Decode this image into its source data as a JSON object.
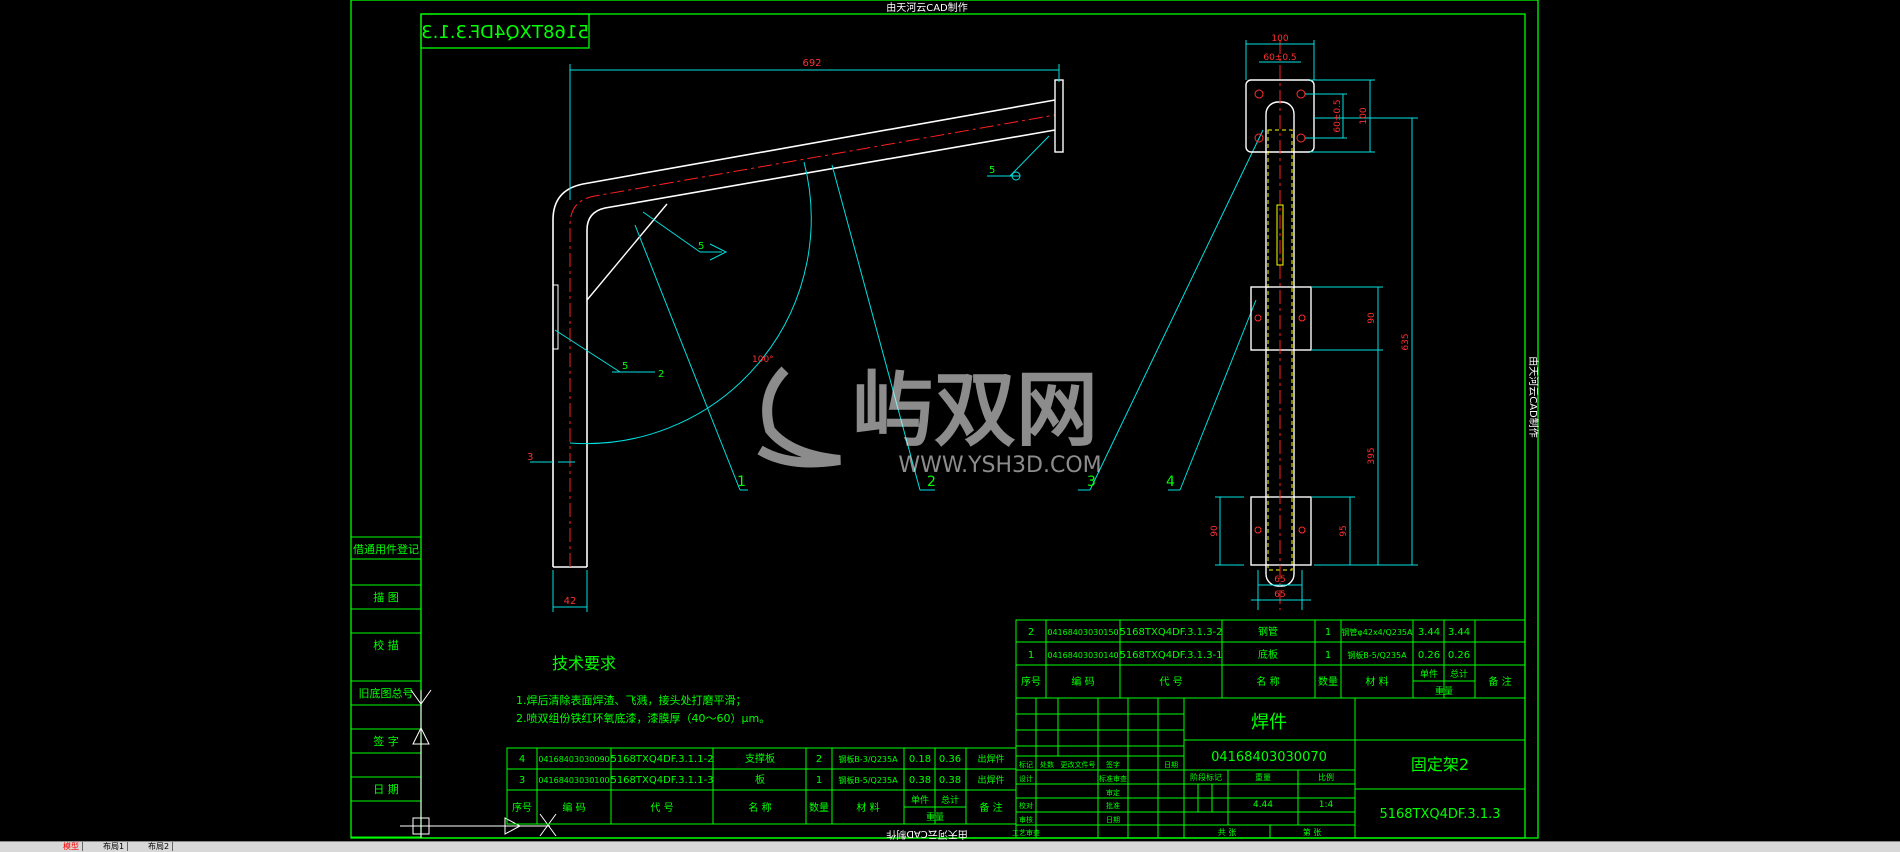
{
  "drawing": {
    "top_caption": "由天河云CAD制作",
    "right_caption": "由天河云CAD制作",
    "bottom_caption": "由天河云CAD制作",
    "mirrored_code": "5168TXQ4DF.3.1.3",
    "watermark_brand": "屿双网",
    "watermark_url": "WWW.YSH3D.COM"
  },
  "dimensions": {
    "d692": "692",
    "d3": "3",
    "d42": "42",
    "d100_angle": "100°",
    "d5a": "5",
    "d5b": "5",
    "d5c": "5",
    "d2": "2",
    "r100": "100",
    "r60": "60±0.5",
    "r60v": "60±0.5",
    "r100v": "100",
    "r635": "635",
    "r90": "90",
    "r395": "395",
    "r95": "95",
    "r90b": "90",
    "r65": "65",
    "r65b": "65"
  },
  "balloons": [
    "1",
    "2",
    "3",
    "4"
  ],
  "tech_req": {
    "title": "技术要求",
    "line1": "1.焊后清除表面焊渣、飞溅，接头处打磨平滑；",
    "line2": "2.喷双组份铁红环氧底漆，漆膜厚（40～60）μm。"
  },
  "left_stamps": [
    "借通用件登记",
    "描 图",
    "校 描",
    "旧底图总号",
    "签 字",
    "日 期"
  ],
  "bom_right": {
    "rows": [
      {
        "no": "2",
        "code": "04168403030150",
        "drawing": "5168TXQ4DF.3.1.3-2",
        "name": "钢管",
        "qty": "1",
        "material": "钢管φ42x4/Q235A",
        "unit": "3.44",
        "total": "3.44",
        "note": ""
      },
      {
        "no": "1",
        "code": "04168403030140",
        "drawing": "5168TXQ4DF.3.1.3-1",
        "name": "底板",
        "qty": "1",
        "material": "钢板B-5/Q235A",
        "unit": "0.26",
        "total": "0.26",
        "note": ""
      }
    ],
    "header": {
      "no": "序号",
      "code": "编 码",
      "drawing": "代 号",
      "name": "名 称",
      "qty": "数量",
      "material": "材 料",
      "unit": "单件",
      "total": "总计",
      "weight": "重量",
      "note": "备 注"
    }
  },
  "bom_left": {
    "rows": [
      {
        "no": "4",
        "code": "04168403030090",
        "drawing": "5168TXQ4DF.3.1.1-2",
        "name": "支撑板",
        "qty": "2",
        "material": "钢板B-3/Q235A",
        "unit": "0.18",
        "total": "0.36",
        "note": "出焊件"
      },
      {
        "no": "3",
        "code": "04168403030100",
        "drawing": "5168TXQ4DF.3.1.1-3",
        "name": "板",
        "qty": "1",
        "material": "钢板B-5/Q235A",
        "unit": "0.38",
        "total": "0.38",
        "note": "出焊件"
      }
    ],
    "header": {
      "no": "序号",
      "code": "编 码",
      "drawing": "代 号",
      "name": "名 称",
      "qty": "数量",
      "material": "材 料",
      "unit": "单件",
      "total": "总计",
      "weight": "重量",
      "note": "备 注"
    }
  },
  "title_block": {
    "part_type": "焊件",
    "code": "04168403030070",
    "part_name": "固定架2",
    "drawing_no": "5168TXQ4DF.3.1.3",
    "weight": "4.44",
    "scale": "1:4",
    "sign_labels": [
      "标记",
      "处数",
      "更改文件号",
      "签字",
      "日期"
    ],
    "roles": [
      "设计",
      "校对",
      "审核",
      "工艺审查"
    ],
    "roles2": [
      "标准审查",
      "审定",
      "批准",
      "日期"
    ],
    "stage_labels": [
      "阶段标记",
      "重量",
      "比例"
    ],
    "sheet": [
      "共 张",
      "第 张"
    ]
  },
  "status_tabs": [
    "模型",
    "布局1",
    "布局2"
  ]
}
